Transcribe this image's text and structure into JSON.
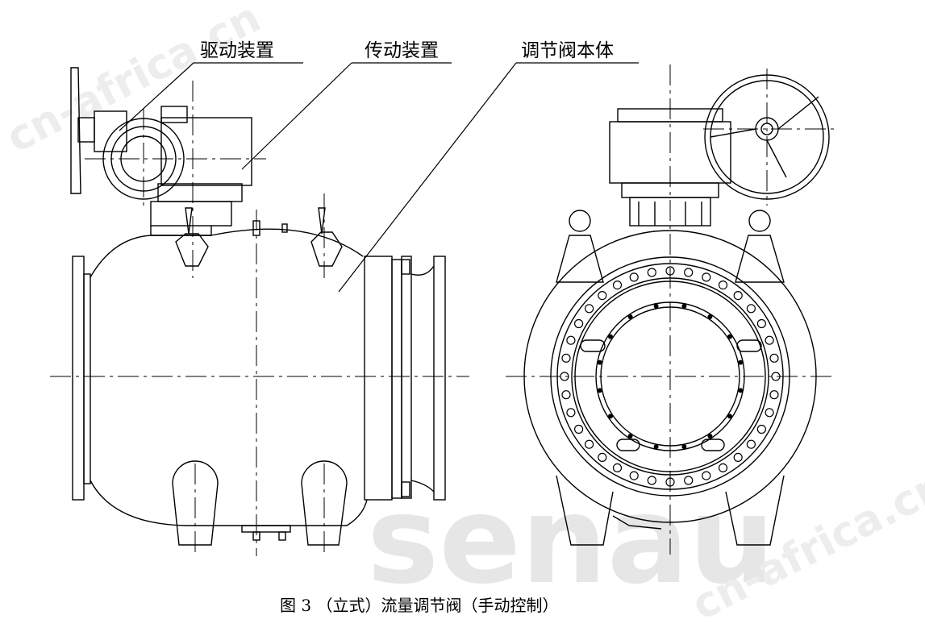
{
  "labels": {
    "drive_device": "驱动装置",
    "transmission_device": "传动装置",
    "valve_body": "调节阀本体"
  },
  "caption": "图 3 （立式）流量调节阀（手动控制）",
  "watermarks": {
    "brand": "senau",
    "site_top_left": "cn-africa.cn",
    "site_bottom_right": "cn-africa.cn"
  }
}
